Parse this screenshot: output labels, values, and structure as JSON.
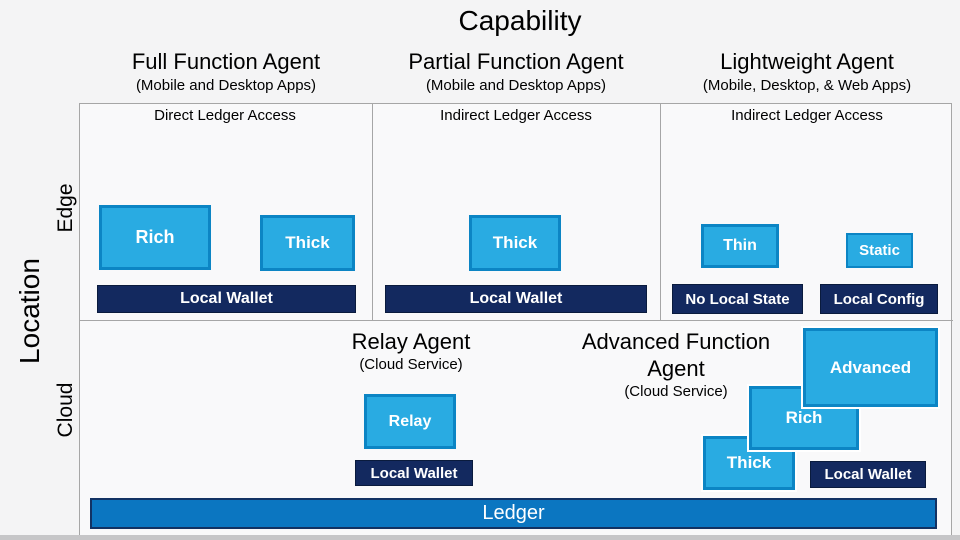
{
  "title": "Capability",
  "axis": {
    "location": "Location",
    "edge": "Edge",
    "cloud": "Cloud"
  },
  "columns": [
    {
      "title": "Full Function Agent",
      "subtitle": "(Mobile and Desktop Apps)",
      "access": "Direct Ledger Access"
    },
    {
      "title": "Partial Function Agent",
      "subtitle": "(Mobile and Desktop Apps)",
      "access": "Indirect Ledger Access"
    },
    {
      "title": "Lightweight Agent",
      "subtitle": "(Mobile, Desktop, & Web Apps)",
      "access": "Indirect Ledger Access"
    }
  ],
  "edge": {
    "full": {
      "rich": "Rich",
      "thick": "Thick",
      "wallet": "Local Wallet"
    },
    "partial": {
      "thick": "Thick",
      "wallet": "Local Wallet"
    },
    "lightweight": {
      "thin": "Thin",
      "static": "Static",
      "no_local_state": "No Local State",
      "local_config": "Local Config"
    }
  },
  "cloud": {
    "relay": {
      "title": "Relay Agent",
      "subtitle": "(Cloud Service)",
      "box": "Relay",
      "wallet": "Local Wallet"
    },
    "advanced": {
      "title": "Advanced Function Agent",
      "subtitle": "(Cloud Service)",
      "thick": "Thick",
      "rich": "Rich",
      "advanced": "Advanced",
      "wallet": "Local Wallet"
    }
  },
  "ledger": "Ledger",
  "colors": {
    "bg": "#f4f4f5",
    "panel": "#f9f9fa",
    "frame_border": "#a6a6a6",
    "box_fill": "#29abe2",
    "box_border": "#0c85c4",
    "navy": "#13295f",
    "navy_border": "#0a1b3d",
    "ledger_fill": "#0b76c1",
    "ledger_border": "#123263",
    "strip": "#c6c6c8"
  }
}
